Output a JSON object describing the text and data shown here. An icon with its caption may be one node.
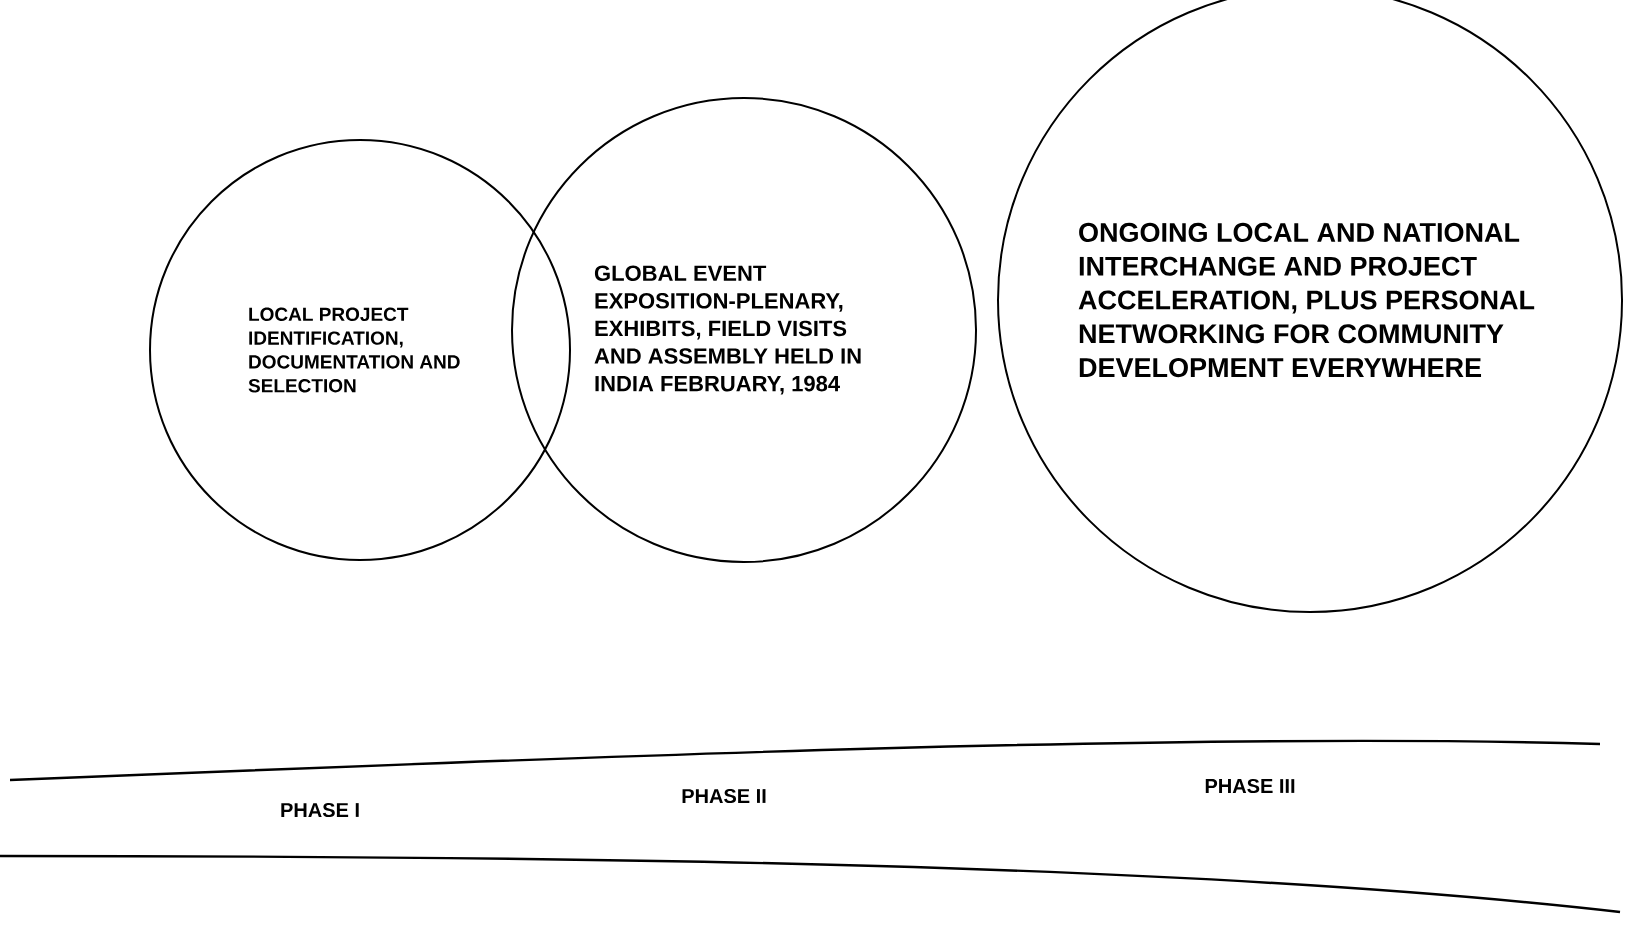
{
  "diagram": {
    "nodes": [
      {
        "text": [
          "LOCAL PROJECT IDENTIFICATION, DOCUMENTATION AND SELECTION"
        ]
      },
      {
        "text": [
          "GLOBAL EVENT EXPOSITION-PLENARY, EXHIBITS, FIELD VISITS AND ASSEMBLY HELD IN INDIA FEBRUARY, 1984"
        ]
      },
      {
        "text": [
          "ONGOING LOCAL AND NATIONAL INTERCHANGE AND PROJECT ACCELERATION, PLUS PERSONAL NETWORKING FOR COMMUNITY DEVELOPMENT EVERYWHERE"
        ]
      }
    ],
    "labels": [
      "PHASE I",
      "PHASE II",
      "PHASE III"
    ]
  }
}
